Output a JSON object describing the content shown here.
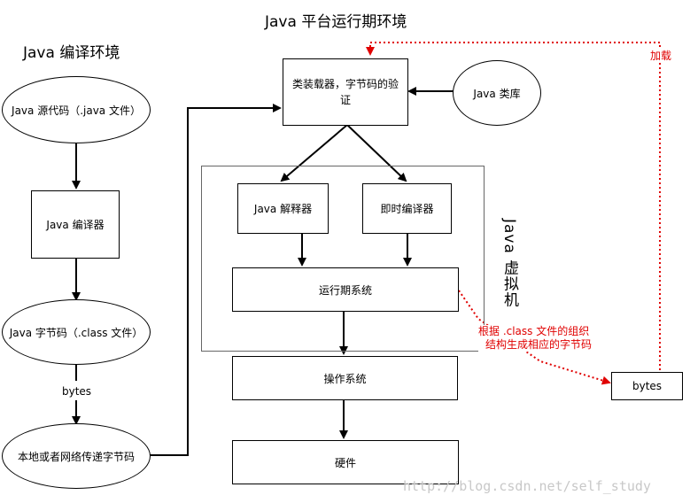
{
  "titles": {
    "platform": "Java 平台运行期环境",
    "compile": "Java 编译环境"
  },
  "compile_side": {
    "source": "Java 源代码（.java 文件）",
    "compiler": "Java 编译器",
    "bytecode": "Java 字节码（.class 文件）",
    "bytes_label": "bytes",
    "transfer": "本地或者网络传递字节码"
  },
  "runtime_side": {
    "loader": "类装载器，字节码的验证",
    "library": "Java 类库",
    "interpreter": "Java 解释器",
    "jit": "即时编译器",
    "runtime_system": "运行期系统",
    "os": "操作系统",
    "hardware": "硬件",
    "vm_label": "Java 虚拟机"
  },
  "annotations": {
    "load": "加载",
    "generate_line1": "根据 .class  文件的组织",
    "generate_line2": "结构生成相应的字节码",
    "bytes_box": "bytes"
  },
  "watermark": "http://blog.csdn.net/self_study",
  "colors": {
    "line": "#000000",
    "annotation": "#e00000",
    "watermark": "#c8c8c8"
  }
}
